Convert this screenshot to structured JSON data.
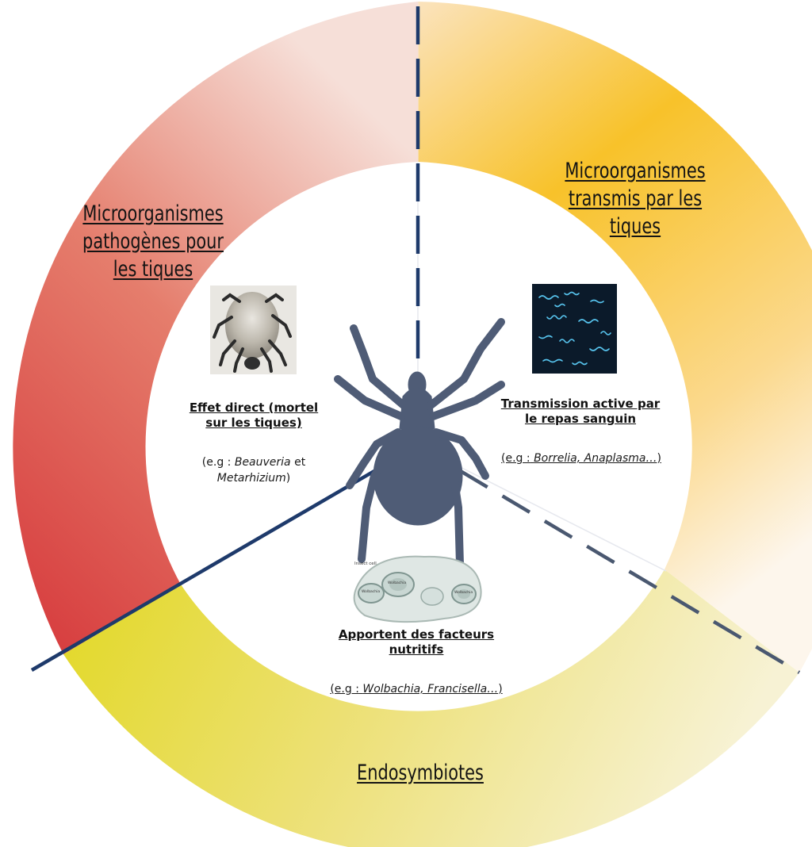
{
  "colors": {
    "ring_left": "#d9403e",
    "ring_top_right": "#f8c22a",
    "ring_bottom": "#e6dc28",
    "divider": "#1e3a6b",
    "tick": "#4a5870"
  },
  "sectors": {
    "left": {
      "title_l1": "Microorganismes",
      "title_l2": "pathogènes pour",
      "title_l3": "les tiques",
      "role_l1": "Effet direct (mortel",
      "role_l2": "sur les tiques)",
      "eg_prefix": "(e.g :",
      "eg_name1": "Beauveria",
      "eg_and": "et",
      "eg_name2": "Metarhizium",
      "eg_suffix": ")",
      "image": "fungus-infected-tick-photo"
    },
    "right": {
      "title_l1": "Microorganismes",
      "title_l2": "transmis par les",
      "title_l3": "tiques",
      "role_l1": "Transmission active par",
      "role_l2": "le repas sanguin",
      "eg_prefix": "(e.g :",
      "eg_names": "Borrelia, Anaplasma…",
      "eg_suffix": ")",
      "image": "spirochete-micrograph"
    },
    "bottom": {
      "title": "Endosymbiotes",
      "role_l1": "Apportent des facteurs",
      "role_l2": "nutritifs",
      "eg_prefix": "(e.g :",
      "eg_names": "Wolbachia, Francisella…",
      "eg_suffix": ")",
      "image": "insect-cell-with-bacteria",
      "image_labels": [
        "Insect cell",
        "Wolbachia",
        "Wolbachia",
        "Wolbachia"
      ]
    }
  },
  "center_icon": "tick-silhouette-icon"
}
